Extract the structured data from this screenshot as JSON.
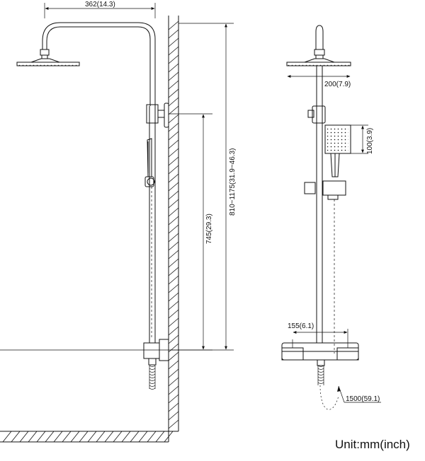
{
  "dimensions": {
    "arm_reach": "362(14.3)",
    "head_diameter": "200(7.9)",
    "hand_shower_size": "100(3.9)",
    "total_height": "810~1175(31.9~46.3)",
    "rail_height": "745(29.3)",
    "valve_centers": "155(6.1)",
    "hose_length": "1500(59.1)"
  },
  "unit_label": "Unit:mm(inch)",
  "colors": {
    "line": "#111111",
    "background": "#ffffff"
  }
}
